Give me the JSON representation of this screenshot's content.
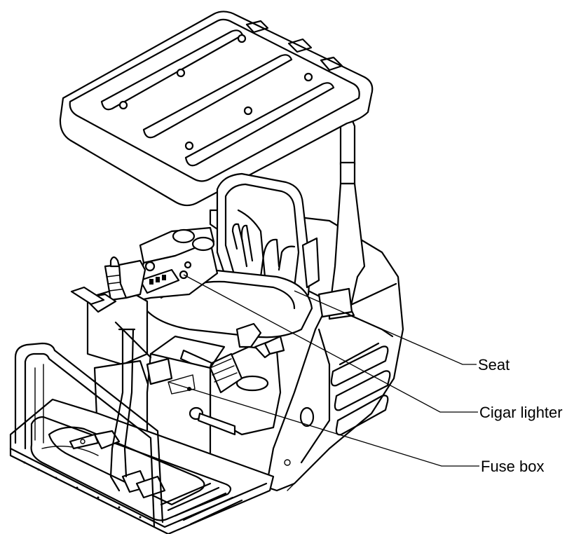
{
  "callouts": {
    "seat": "Seat",
    "cigar_lighter": "Cigar lighter",
    "fuse_box": "Fuse box"
  }
}
